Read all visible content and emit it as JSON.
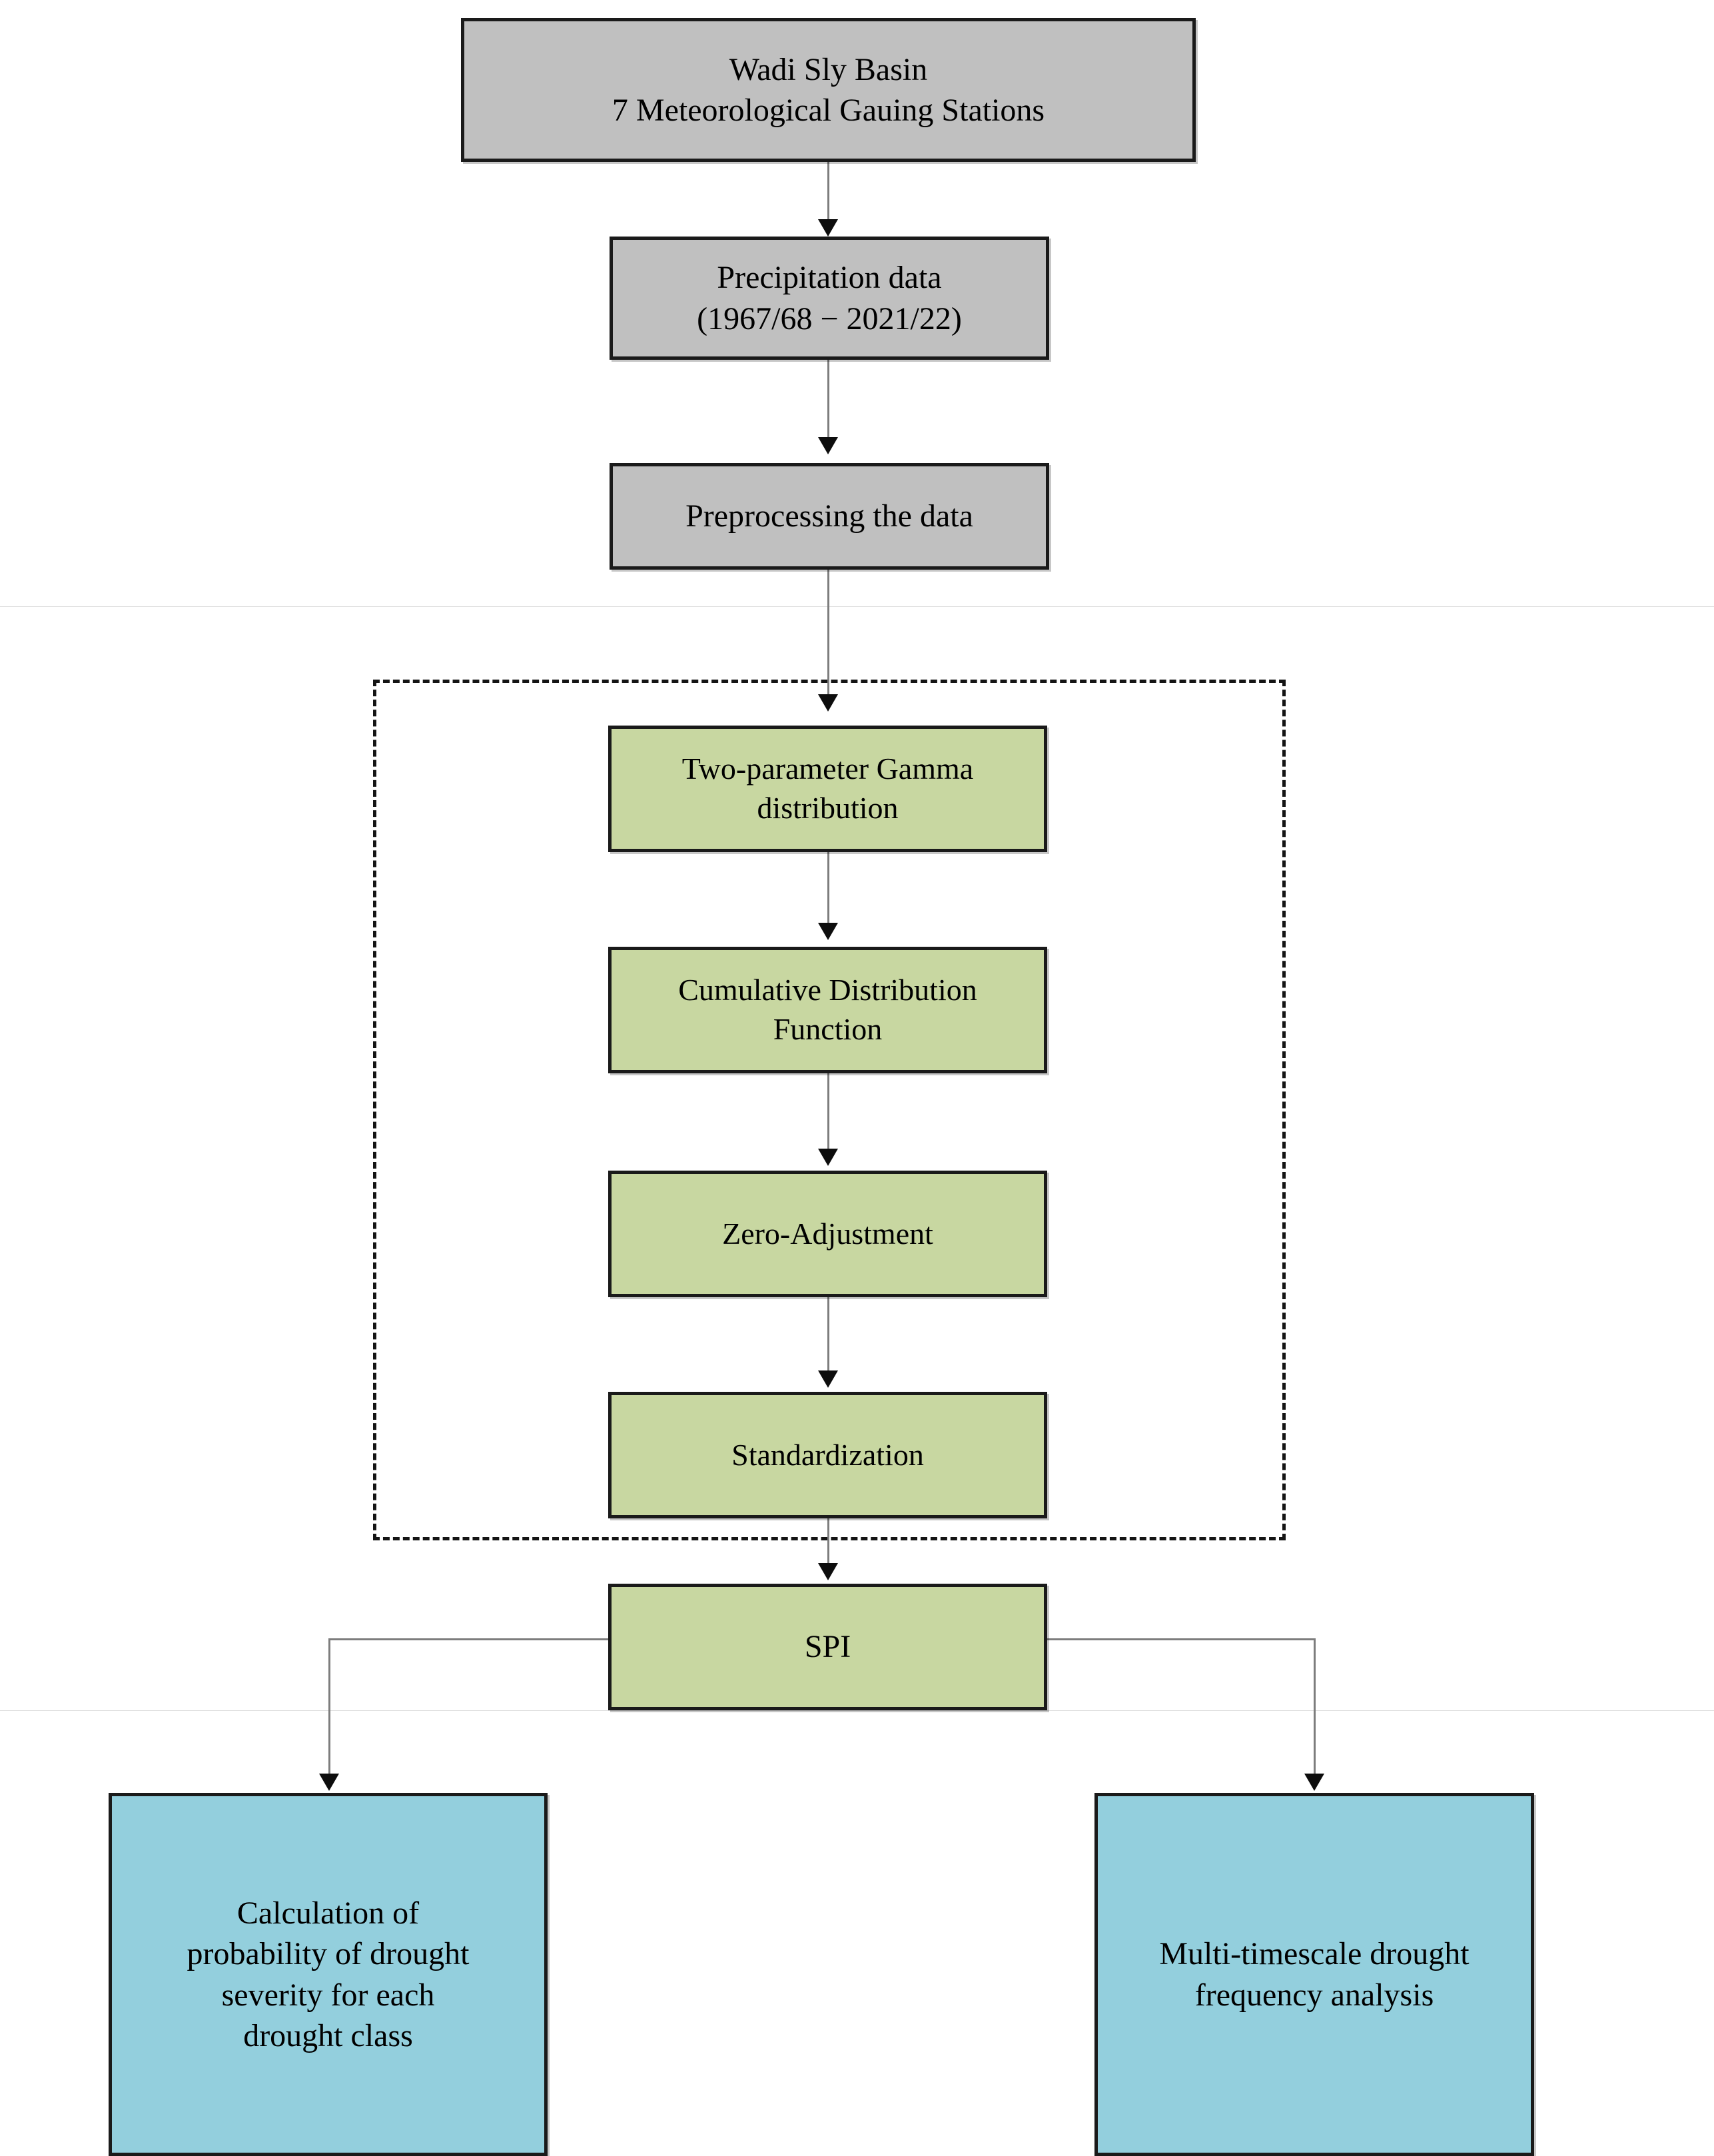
{
  "diagram": {
    "title": "SPI drought analysis methodology flowchart",
    "colors": {
      "gray_fill": "#c0c0c0",
      "green_fill": "#c8d7a1",
      "blue_fill": "#93cfdd",
      "border": "#1a1a1a",
      "connector": "#7d7d7d",
      "separator": "#dcdcdc"
    },
    "nodes": {
      "study_area": {
        "line1": "Wadi Sly Basin",
        "line2": "7 Meteorological Gauing Stations"
      },
      "precipitation_data": {
        "line1": "Precipitation data",
        "line2": "(1967/68 − 2021/22)"
      },
      "preprocessing": {
        "line1": "Preprocessing the data"
      },
      "gamma_distribution": {
        "line1": "Two-parameter Gamma",
        "line2": "distribution"
      },
      "cdf": {
        "line1": "Cumulative Distribution",
        "line2": "Function"
      },
      "zero_adjustment": {
        "line1": "Zero-Adjustment"
      },
      "standardization": {
        "line1": "Standardization"
      },
      "spi": {
        "line1": "SPI"
      },
      "probability_drought_severity": {
        "line1": "Calculation of",
        "line2": "probability of drought",
        "line3": "severity for each",
        "line4": "drought class"
      },
      "multitimescale_frequency": {
        "line1": "Multi-timescale drought",
        "line2": "frequency analysis"
      }
    }
  }
}
